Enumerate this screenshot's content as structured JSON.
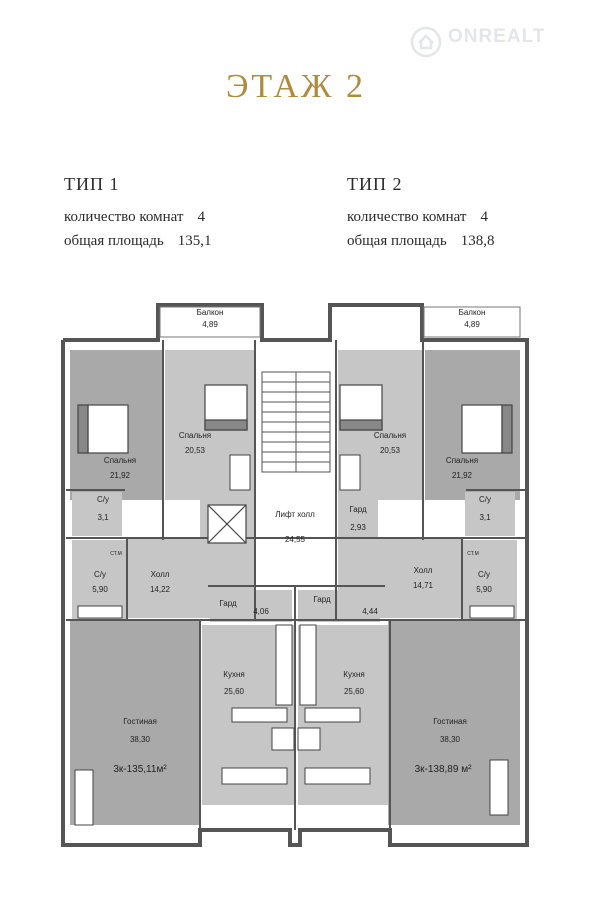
{
  "logo": {
    "name": "ONREALT",
    "icon": "house-icon"
  },
  "floor_title": "ЭТАЖ 2",
  "types": [
    {
      "title": "ТИП 1",
      "rooms_label": "количество комнат",
      "rooms_value": "4",
      "area_label": "общая площадь",
      "area_value": "135,1"
    },
    {
      "title": "ТИП 2",
      "rooms_label": "количество комнат",
      "rooms_value": "4",
      "area_label": "общая площадь",
      "area_value": "138,8"
    }
  ],
  "plan": {
    "colors": {
      "dark_room": "#a9a9a9",
      "light_room": "#c6c6c6",
      "lift_hall": "#ffffff",
      "wall": "#555555"
    },
    "labels": {
      "balcony_left": "Балкон",
      "balcony_left_area": "4,89",
      "balcony_right": "Балкон",
      "balcony_right_area": "4,89",
      "bedroom_l1": "Спальня",
      "bedroom_l1_area": "21,92",
      "bedroom_l2": "Спальня",
      "bedroom_l2_area": "20,53",
      "bedroom_r1": "Спальня",
      "bedroom_r1_area": "20,53",
      "bedroom_r2": "Спальня",
      "bedroom_r2_area": "21,92",
      "bath_l_top": "С/у",
      "bath_l_top_area": "3,1",
      "bath_l_bottom": "С/у",
      "bath_l_bottom_area": "5,90",
      "bath_r_top": "С/у",
      "bath_r_top_area": "3,1",
      "bath_r_bottom": "С/у",
      "bath_r_bottom_area": "5,90",
      "hall_l": "Холл",
      "hall_l_area": "14,22",
      "hall_r": "Холл",
      "hall_r_area": "14,71",
      "lift_hall": "Лифт холл",
      "lift_hall_area": "24,55",
      "wardrobe_top": "Гард",
      "wardrobe_top_area": "2,93",
      "wardrobe_l": "Гард",
      "wardrobe_l_area": "4,06",
      "wardrobe_r": "Гард",
      "wardrobe_r_area": "4,44",
      "kitchen_l": "Кухня",
      "kitchen_l_area": "25,60",
      "kitchen_r": "Кухня",
      "kitchen_r_area": "25,60",
      "living_l": "Гостиная",
      "living_l_area": "38,30",
      "living_r": "Гостиная",
      "living_r_area": "38,30",
      "apt_l_total": "3к-135,11м²",
      "apt_r_total": "3к-138,89 м²",
      "cm_l": "СТ.М",
      "cm_r": "СТ.М"
    }
  }
}
